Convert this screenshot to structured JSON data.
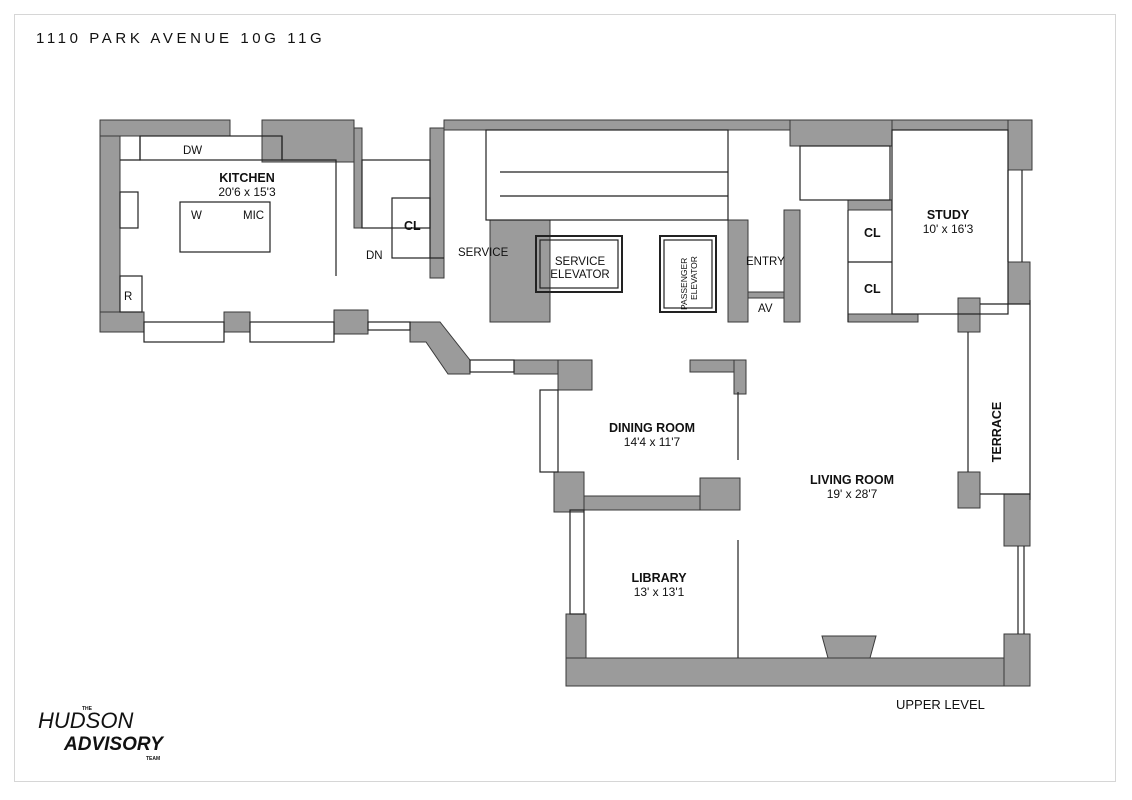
{
  "title": "1110 PARK AVENUE 10G 11G",
  "level_label": "UPPER LEVEL",
  "logo": {
    "the": "THE",
    "line1": "HUDSON",
    "line2": "ADVISORY",
    "team": "TEAM"
  },
  "colors": {
    "wall": "#9b9b9b",
    "wall_stroke": "#3a3a3a",
    "line": "#222222"
  },
  "rooms": {
    "kitchen": {
      "name": "KITCHEN",
      "dims": "20'6 x 15'3"
    },
    "study": {
      "name": "STUDY",
      "dims": "10' x 16'3"
    },
    "dining": {
      "name": "DINING ROOM",
      "dims": "14'4 x 11'7"
    },
    "living": {
      "name": "LIVING ROOM",
      "dims": "19' x 28'7"
    },
    "library": {
      "name": "LIBRARY",
      "dims": "13' x 13'1"
    },
    "terrace": {
      "name": "TERRACE"
    }
  },
  "labels": {
    "dw": "DW",
    "w": "W",
    "mic": "MIC",
    "r": "R",
    "dn": "DN",
    "cl_stair": "CL",
    "cl_study_1": "CL",
    "cl_study_2": "CL",
    "service": "SERVICE",
    "service_elev_1": "SERVICE",
    "service_elev_2": "ELEVATOR",
    "passenger_elev_1": "PASSENGER",
    "passenger_elev_2": "ELEVATOR",
    "entry": "ENTRY",
    "av": "AV"
  }
}
